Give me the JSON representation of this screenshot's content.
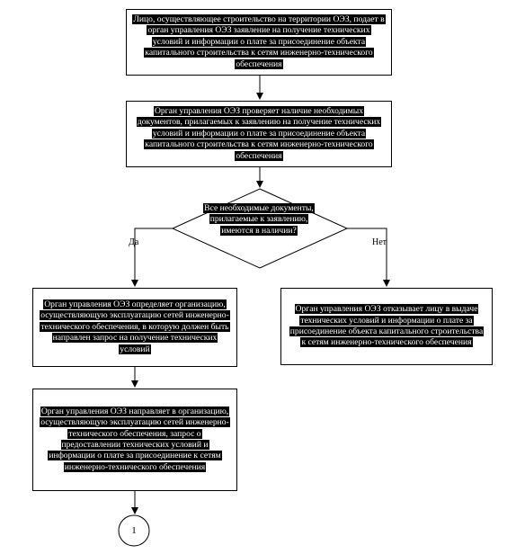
{
  "step1": "Лицо, осуществляющее строительство на территории ОЭЗ, подает в орган управления ОЭЗ заявление на получение технических условий и информации о плате за присоединение объекта капитального строительства к сетям инженерно-технического обеспечения",
  "step2": "Орган управления ОЭЗ проверяет наличие необходимых документов, прилагаемых к заявлению на получение технических условий и информации о плате за присоединение объекта капитального строительства к сетям инженерно-технического обеспечения",
  "decision": "Все необходимые документы, прилагаемые к заявлению, имеются в наличии?",
  "yes_label": "Да",
  "no_label": "Нет",
  "yes_box": "Орган управления ОЭЗ определяет организацию, осуществляющую эксплуатацию сетей инженерно-технического обеспечения, в которую должен быть направлен запрос на получение технических условий",
  "no_box": "Орган управления ОЭЗ отказывает лицу в выдаче технических условий и информации о плате за присоединение объекта капитального строительства к сетям инженерно-технического обеспечения",
  "yes_box2": "Орган управления ОЭЗ направляет в организацию, осуществляющую эксплуатацию сетей инженерно-технического обеспечения, запрос о предоставлении технических условий и информации о плате за присоединение к сетям инженерно-технического обеспечения",
  "connector": "1"
}
